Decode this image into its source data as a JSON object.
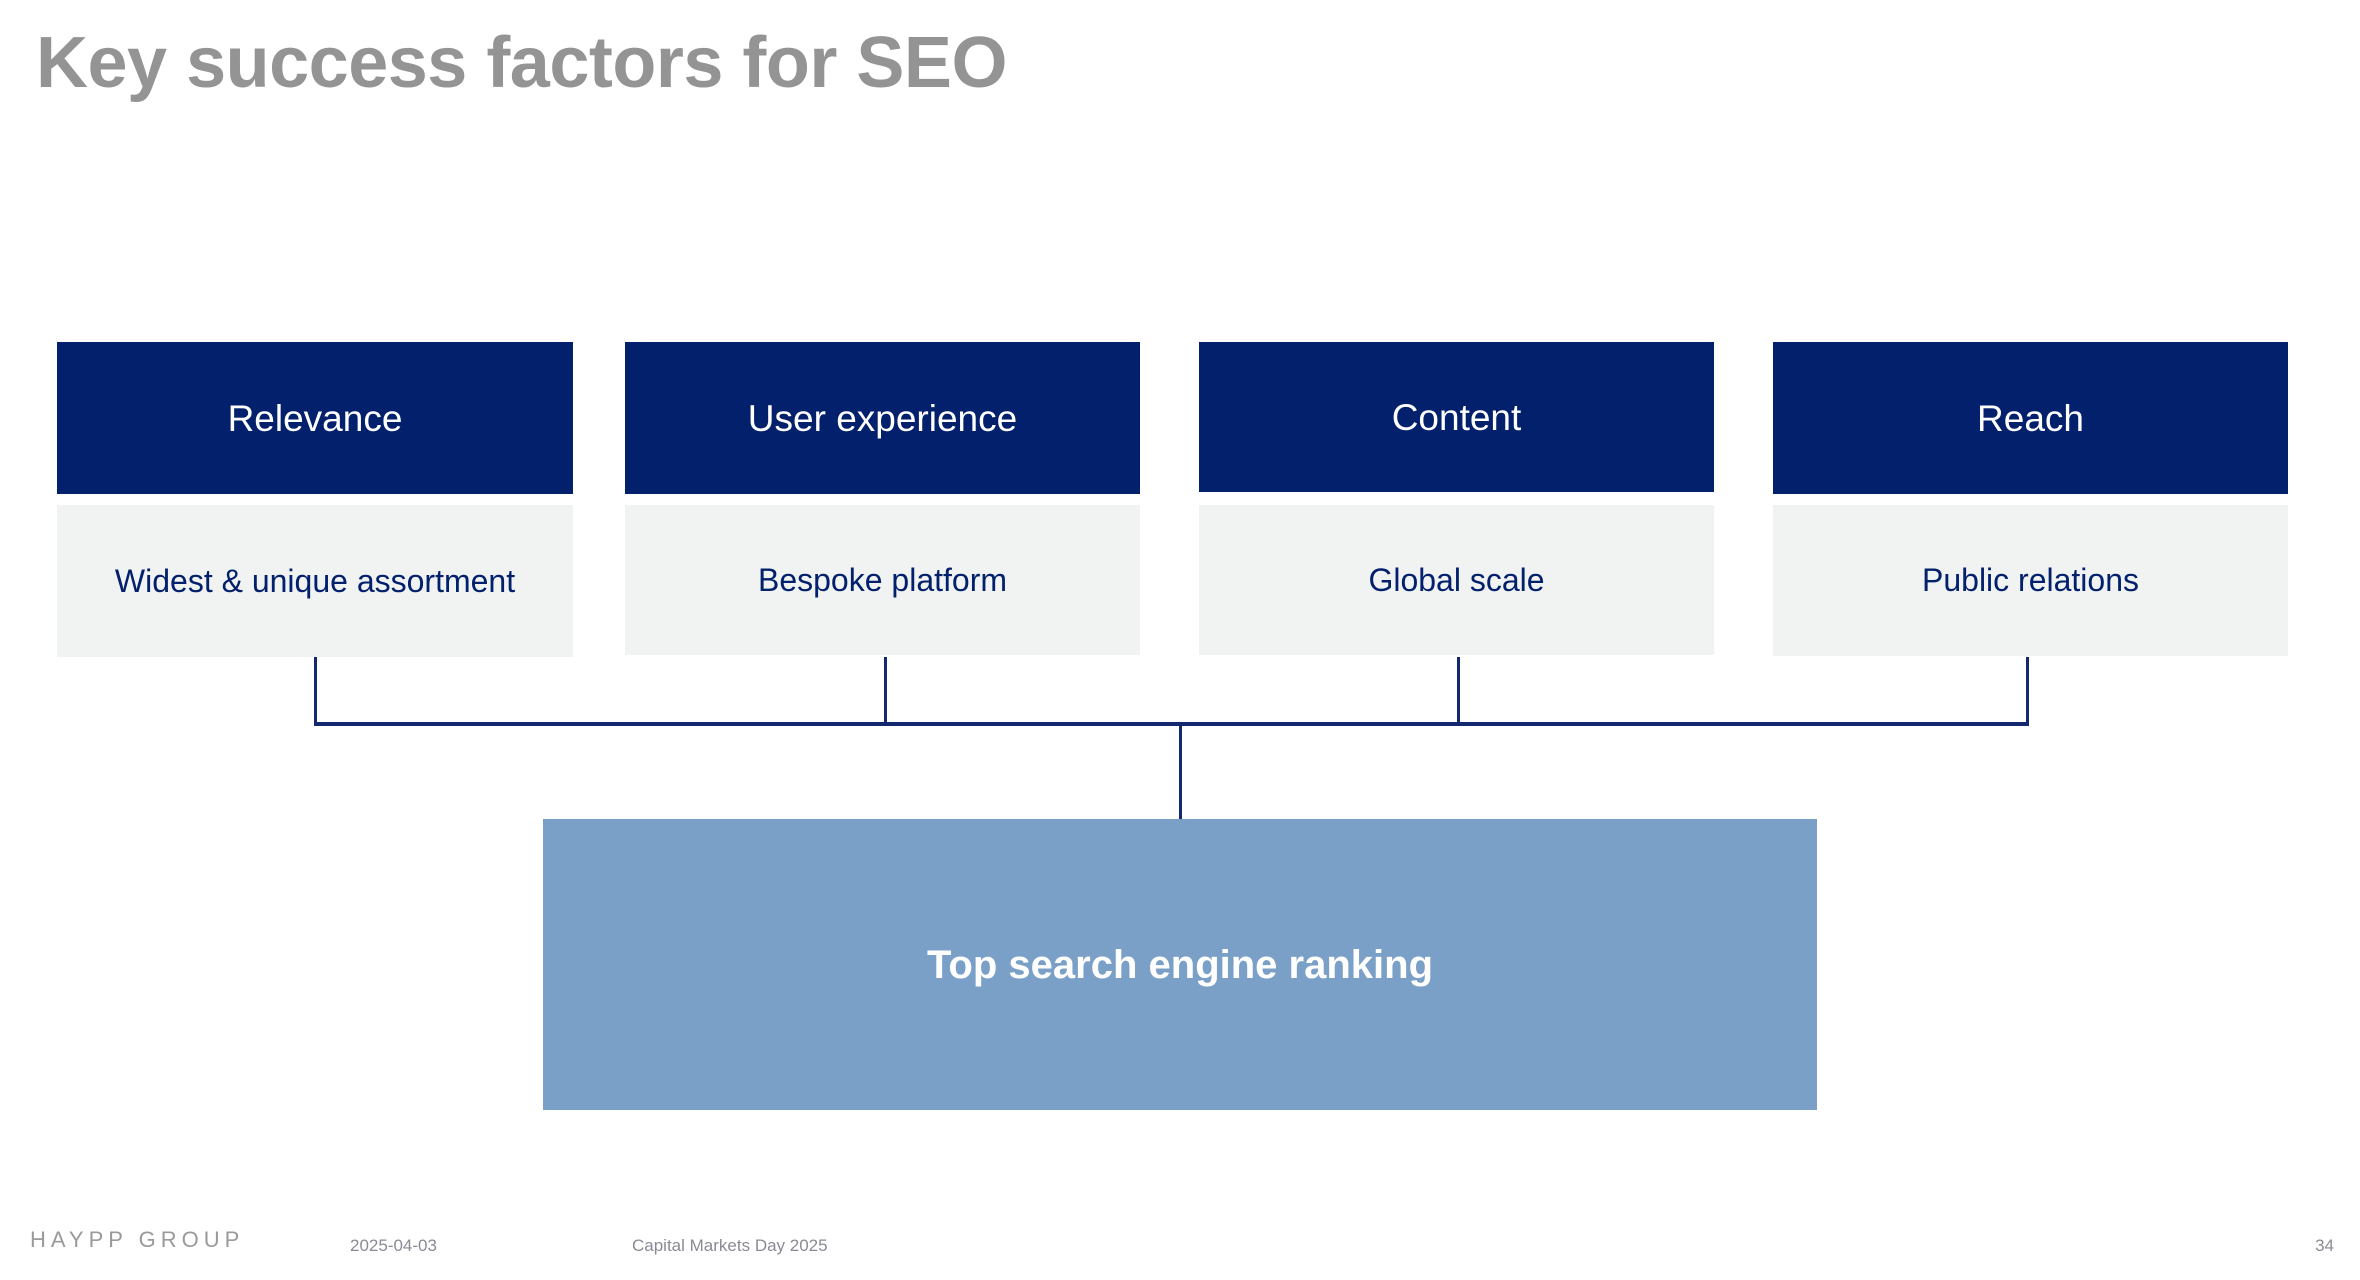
{
  "slide": {
    "title": "Key success factors for SEO",
    "title_color": "#949494",
    "background_color": "#FFFFFF"
  },
  "theme": {
    "navy": "#02206B",
    "light_gray": "#F1F2F2",
    "accent_blue": "#7BA0C8",
    "connector_line": "#13286E",
    "footer_gray": "#8A8A96"
  },
  "factors": [
    {
      "header": "Relevance",
      "body": "Widest & unique assortment"
    },
    {
      "header": "User experience",
      "body": "Bespoke platform"
    },
    {
      "header": "Content",
      "body": "Global scale"
    },
    {
      "header": "Reach",
      "body": "Public relations"
    }
  ],
  "outcome": {
    "label": "Top search engine ranking"
  },
  "footer": {
    "logo": "HAYPP GROUP",
    "date": "2025-04-03",
    "event": "Capital Markets Day 2025",
    "page_number": "34"
  }
}
